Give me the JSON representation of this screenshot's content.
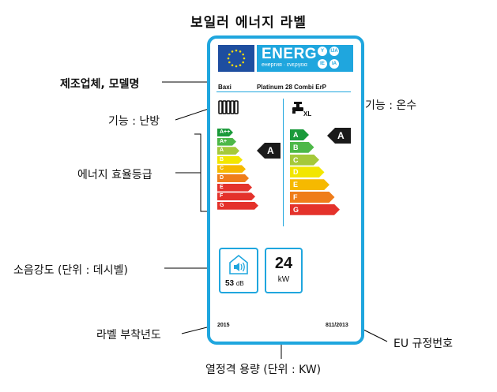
{
  "title": "보일러 에너지 라벨",
  "callouts": {
    "manufacturer": "제조업체, 모델명",
    "heating_function": "기능 : 난방",
    "hot_water_function": "기능 : 온수",
    "efficiency_class": "에너지 효율등급",
    "sound_level": "소음강도 (단위 : 데시벨)",
    "attach_year": "라벨 부착년도",
    "regulation": "EU 규정번호",
    "heat_output": "열정격 용량 (단위 : KW)"
  },
  "label": {
    "energ_word": "ENERG",
    "energ_sub": "енергия · ενεργεια",
    "langs": [
      "Y",
      "IJA",
      "IE",
      "IA"
    ],
    "brand": "Baxi",
    "model": "Platinum 28 Combi ErP",
    "heating_scale": [
      "A++",
      "A+",
      "A",
      "B",
      "C",
      "D",
      "E",
      "F",
      "G"
    ],
    "heating_rating": "A",
    "water_scale": [
      "A",
      "B",
      "C",
      "D",
      "E",
      "F",
      "G"
    ],
    "water_rating": "A",
    "water_profile": "XL",
    "sound_value": "53",
    "sound_unit": "dB",
    "power_value": "24",
    "power_unit": "kW",
    "year": "2015",
    "regulation_no": "811/2013"
  },
  "colors": {
    "frame": "#1fa6de",
    "eu_blue": "#1e4ea0",
    "eu_star": "#ffdd00",
    "scale": [
      "#1a9a3a",
      "#4db848",
      "#a5c93a",
      "#f2e600",
      "#f6b900",
      "#ef7d1a",
      "#e4322b",
      "#e4322b",
      "#e4322b"
    ],
    "water_scale": [
      "#1a9a3a",
      "#4db848",
      "#a5c93a",
      "#f2e600",
      "#f6b900",
      "#ef7d1a",
      "#e4322b"
    ],
    "rating": "#1a1a1a"
  },
  "icons": [
    "radiator-icon",
    "tap-icon",
    "speaker-icon",
    "eu-flag-icon"
  ]
}
